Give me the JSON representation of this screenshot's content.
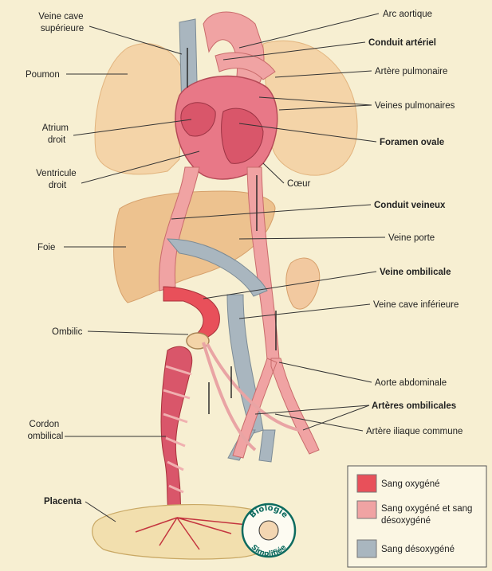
{
  "labels": {
    "veine_cave_superieure": [
      "Veine cave",
      "supérieure"
    ],
    "poumon": "Poumon",
    "atrium_droit": [
      "Atrium",
      "droit"
    ],
    "ventricule_droit": [
      "Ventricule",
      "droit"
    ],
    "foie": "Foie",
    "ombilic": "Ombilic",
    "cordon_ombilical": [
      "Cordon",
      "ombilical"
    ],
    "placenta": "Placenta",
    "arc_aortique": "Arc aortique",
    "conduit_arteriel": "Conduit artériel",
    "artere_pulmonaire": "Artère pulmonaire",
    "veines_pulmonaires": "Veines pulmonaires",
    "foramen_ovale": "Foramen ovale",
    "coeur": "Cœur",
    "conduit_veineux": "Conduit veineux",
    "veine_porte": "Veine porte",
    "veine_ombilicale": "Veine ombilicale",
    "veine_cave_inferieure": "Veine cave inférieure",
    "aorte_abdominale": "Aorte abdominale",
    "arteres_ombilicales": "Artères ombilicales",
    "artere_iliaque_commune": "Artère iliaque commune"
  },
  "legend": {
    "items": [
      {
        "lines": [
          "Sang oxygéné"
        ],
        "color": "#e8505a"
      },
      {
        "lines": [
          "Sang oxygéné et sang",
          "désoxygéné"
        ],
        "color": "#f0a3a3"
      },
      {
        "lines": [
          "Sang désoxygéné"
        ],
        "color": "#a9b6bf"
      }
    ]
  },
  "watermark": {
    "top": "Biologie",
    "bottom": "Simplifiée"
  },
  "colors": {
    "background": "#f7efd2",
    "oxygenated": "#e8505a",
    "mixed": "#f0a3a3",
    "deoxygenated": "#a9b6bf",
    "lung": "#f4d4a8",
    "liver": "#edc28f"
  }
}
